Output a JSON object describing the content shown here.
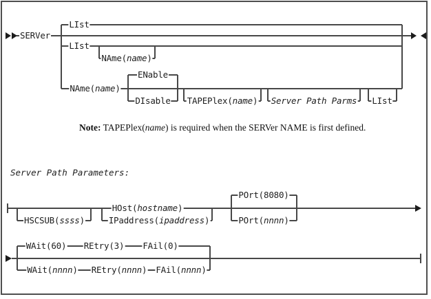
{
  "colors": {
    "line": "#474747",
    "arrow": "#1c1c1c",
    "text": "#1d1d1d",
    "background": "#ffffff"
  },
  "main_diagram": {
    "command": "SERVer",
    "list_default": {
      "kw": "LIst"
    },
    "list_branch": {
      "kw": "LIst"
    },
    "list_name_option": {
      "kw": "NAme(",
      "arg": "name",
      "end": ")"
    },
    "name_branch": {
      "kw": "NAme(",
      "arg": "name",
      "end": ")"
    },
    "enable_default": {
      "kw": "ENable"
    },
    "disable_option": {
      "kw": "DIsable"
    },
    "tapeplex_option": {
      "kw": "TAPEPlex(",
      "arg": "name",
      "end": ")"
    },
    "server_path_parms_ref": {
      "arg": "Server Path Parms"
    },
    "list_option": {
      "kw": "LIst"
    }
  },
  "note": {
    "label": "Note:",
    "pre": " TAPEPlex(",
    "arg": "name",
    "post": ") is required when the SERVer NAME is first defined."
  },
  "fragment_title": "Server Path Parameters:",
  "fragment_diagram": {
    "hscsub_option": {
      "kw": "HSCSUB(",
      "arg": "ssss",
      "end": ")"
    },
    "host_choice": {
      "kw": "HOst(",
      "arg": "hostname",
      "end": ")"
    },
    "ipaddress_choice": {
      "kw": "IPaddress(",
      "arg": "ipaddress",
      "end": ")"
    },
    "port_default": {
      "kw": "POrt(8080)"
    },
    "port_option": {
      "kw": "POrt(",
      "arg": "nnnn",
      "end": ")"
    },
    "wait_default": {
      "kw": "WAit(60)"
    },
    "retry_default": {
      "kw": "REtry(3)"
    },
    "fail_default": {
      "kw": "FAil(0)"
    },
    "wait_option": {
      "kw": "WAit(",
      "arg": "nnnn",
      "end": ")"
    },
    "retry_option": {
      "kw": "REtry(",
      "arg": "nnnn",
      "end": ")"
    },
    "fail_option": {
      "kw": "FAil(",
      "arg": "nnnn",
      "end": ")"
    }
  }
}
